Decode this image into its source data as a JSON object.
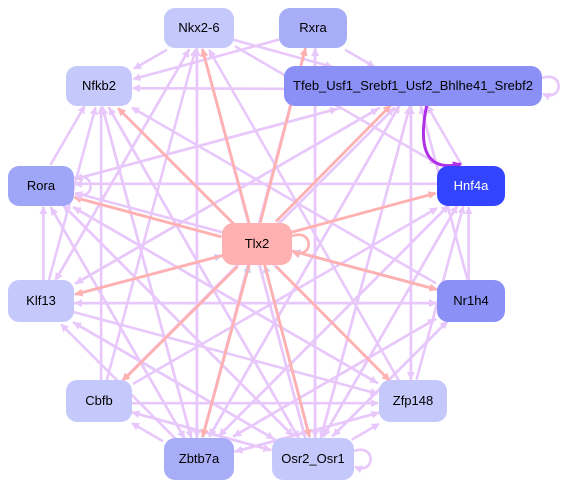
{
  "graph": {
    "nodes": {
      "nkx2_6": {
        "label": "Nkx2-6",
        "fill": "#c5c8fb",
        "text_color": "#000000"
      },
      "rxra": {
        "label": "Rxra",
        "fill": "#a8adf7",
        "text_color": "#000000"
      },
      "nfkb2": {
        "label": "Nfkb2",
        "fill": "#c5c8fb",
        "text_color": "#000000"
      },
      "tfeb": {
        "label": "Tfeb_Usf1_Srebf1_Usf2_Bhlhe41_Srebf2",
        "fill": "#8a90f5",
        "text_color": "#000000"
      },
      "rora": {
        "label": "Rora",
        "fill": "#a0a6f7",
        "text_color": "#000000"
      },
      "hnf4a": {
        "label": "Hnf4a",
        "fill": "#3344ff",
        "text_color": "#ffffff"
      },
      "tlx2": {
        "label": "Tlx2",
        "fill": "#ffb0b0",
        "text_color": "#000000"
      },
      "klf13": {
        "label": "Klf13",
        "fill": "#c5c8fb",
        "text_color": "#000000"
      },
      "nr1h4": {
        "label": "Nr1h4",
        "fill": "#8a90f5",
        "text_color": "#000000"
      },
      "cbfb": {
        "label": "Cbfb",
        "fill": "#c5c8fb",
        "text_color": "#000000"
      },
      "zfp148": {
        "label": "Zfp148",
        "fill": "#c5c8fb",
        "text_color": "#000000"
      },
      "zbtb7a": {
        "label": "Zbtb7a",
        "fill": "#a8adf7",
        "text_color": "#000000"
      },
      "osr2": {
        "label": "Osr2_Osr1",
        "fill": "#c5c8fb",
        "text_color": "#000000"
      }
    },
    "edge_colors": {
      "lavender": "#e8c8fb",
      "pink": "#ffb0b0",
      "blue": "#c8d0f5",
      "purple": "#b030e8"
    },
    "edges": [
      {
        "from": "tlx2",
        "to": "nkx2_6",
        "color": "pink"
      },
      {
        "from": "tlx2",
        "to": "rxra",
        "color": "pink"
      },
      {
        "from": "tlx2",
        "to": "nfkb2",
        "color": "pink"
      },
      {
        "from": "tlx2",
        "to": "tfeb",
        "color": "pink"
      },
      {
        "from": "tlx2",
        "to": "rora",
        "color": "pink"
      },
      {
        "from": "tlx2",
        "to": "hnf4a",
        "color": "pink"
      },
      {
        "from": "tlx2",
        "to": "klf13",
        "color": "pink"
      },
      {
        "from": "tlx2",
        "to": "nr1h4",
        "color": "pink"
      },
      {
        "from": "tlx2",
        "to": "cbfb",
        "color": "pink"
      },
      {
        "from": "tlx2",
        "to": "zfp148",
        "color": "pink"
      },
      {
        "from": "tlx2",
        "to": "zbtb7a",
        "color": "pink"
      },
      {
        "from": "tlx2",
        "to": "osr2",
        "color": "pink"
      },
      {
        "from": "klf13",
        "to": "tlx2",
        "color": "blue"
      },
      {
        "from": "nr1h4",
        "to": "tlx2",
        "color": "blue"
      },
      {
        "from": "zbtb7a",
        "to": "tlx2",
        "color": "blue"
      },
      {
        "from": "osr2",
        "to": "tlx2",
        "color": "blue"
      },
      {
        "from": "tfeb",
        "to": "hnf4a",
        "color": "purple"
      },
      {
        "from": "nkx2_6",
        "to": "nfkb2",
        "color": "lavender"
      },
      {
        "from": "rxra",
        "to": "nfkb2",
        "color": "lavender"
      },
      {
        "from": "rxra",
        "to": "tfeb",
        "color": "lavender"
      },
      {
        "from": "nkx2_6",
        "to": "tfeb",
        "color": "lavender"
      },
      {
        "from": "tfeb",
        "to": "nfkb2",
        "color": "lavender"
      },
      {
        "from": "hnf4a",
        "to": "tfeb",
        "color": "lavender"
      },
      {
        "from": "nr1h4",
        "to": "hnf4a",
        "color": "lavender"
      },
      {
        "from": "nr1h4",
        "to": "tfeb",
        "color": "lavender"
      },
      {
        "from": "zfp148",
        "to": "tfeb",
        "color": "lavender"
      },
      {
        "from": "zfp148",
        "to": "hnf4a",
        "color": "lavender"
      },
      {
        "from": "zfp148",
        "to": "nfkb2",
        "color": "lavender"
      },
      {
        "from": "zfp148",
        "to": "nkx2_6",
        "color": "lavender"
      },
      {
        "from": "osr2",
        "to": "tfeb",
        "color": "lavender"
      },
      {
        "from": "osr2",
        "to": "nfkb2",
        "color": "lavender"
      },
      {
        "from": "osr2",
        "to": "rxra",
        "color": "lavender"
      },
      {
        "from": "osr2",
        "to": "nkx2_6",
        "color": "lavender"
      },
      {
        "from": "osr2",
        "to": "rora",
        "color": "lavender"
      },
      {
        "from": "osr2",
        "to": "klf13",
        "color": "lavender"
      },
      {
        "from": "osr2",
        "to": "hnf4a",
        "color": "lavender"
      },
      {
        "from": "osr2",
        "to": "nr1h4",
        "color": "lavender"
      },
      {
        "from": "osr2",
        "to": "zfp148",
        "color": "lavender"
      },
      {
        "from": "zbtb7a",
        "to": "tfeb",
        "color": "lavender"
      },
      {
        "from": "zbtb7a",
        "to": "nfkb2",
        "color": "lavender"
      },
      {
        "from": "zbtb7a",
        "to": "nkx2_6",
        "color": "lavender"
      },
      {
        "from": "zbtb7a",
        "to": "rxra",
        "color": "lavender"
      },
      {
        "from": "zbtb7a",
        "to": "rora",
        "color": "lavender"
      },
      {
        "from": "zbtb7a",
        "to": "klf13",
        "color": "lavender"
      },
      {
        "from": "zbtb7a",
        "to": "nr1h4",
        "color": "lavender"
      },
      {
        "from": "zbtb7a",
        "to": "zfp148",
        "color": "lavender"
      },
      {
        "from": "zbtb7a",
        "to": "hnf4a",
        "color": "lavender"
      },
      {
        "from": "cbfb",
        "to": "tfeb",
        "color": "lavender"
      },
      {
        "from": "cbfb",
        "to": "nfkb2",
        "color": "lavender"
      },
      {
        "from": "cbfb",
        "to": "nkx2_6",
        "color": "lavender"
      },
      {
        "from": "cbfb",
        "to": "hnf4a",
        "color": "lavender"
      },
      {
        "from": "cbfb",
        "to": "zfp148",
        "color": "lavender"
      },
      {
        "from": "cbfb",
        "to": "osr2",
        "color": "lavender"
      },
      {
        "from": "klf13",
        "to": "tfeb",
        "color": "lavender"
      },
      {
        "from": "klf13",
        "to": "nfkb2",
        "color": "lavender"
      },
      {
        "from": "klf13",
        "to": "nkx2_6",
        "color": "lavender"
      },
      {
        "from": "klf13",
        "to": "rora",
        "color": "lavender"
      },
      {
        "from": "klf13",
        "to": "nr1h4",
        "color": "lavender"
      },
      {
        "from": "klf13",
        "to": "zfp148",
        "color": "lavender"
      },
      {
        "from": "klf13",
        "to": "osr2",
        "color": "lavender"
      },
      {
        "from": "nr1h4",
        "to": "nfkb2",
        "color": "lavender"
      },
      {
        "from": "nr1h4",
        "to": "rora",
        "color": "lavender"
      },
      {
        "from": "nr1h4",
        "to": "klf13",
        "color": "lavender"
      },
      {
        "from": "nr1h4",
        "to": "osr2",
        "color": "lavender"
      },
      {
        "from": "nr1h4",
        "to": "zbtb7a",
        "color": "lavender"
      },
      {
        "from": "rora",
        "to": "tfeb",
        "color": "lavender"
      },
      {
        "from": "rora",
        "to": "nfkb2",
        "color": "lavender"
      },
      {
        "from": "rora",
        "to": "osr2",
        "color": "lavender"
      },
      {
        "from": "rora",
        "to": "zbtb7a",
        "color": "lavender"
      },
      {
        "from": "rora",
        "to": "zfp148",
        "color": "lavender"
      },
      {
        "from": "nfkb2",
        "to": "osr2",
        "color": "lavender"
      },
      {
        "from": "nfkb2",
        "to": "zbtb7a",
        "color": "lavender"
      },
      {
        "from": "nkx2_6",
        "to": "osr2",
        "color": "lavender"
      },
      {
        "from": "nkx2_6",
        "to": "zbtb7a",
        "color": "lavender"
      },
      {
        "from": "nkx2_6",
        "to": "klf13",
        "color": "lavender"
      },
      {
        "from": "nkx2_6",
        "to": "hnf4a",
        "color": "lavender"
      },
      {
        "from": "rxra",
        "to": "zbtb7a",
        "color": "lavender"
      },
      {
        "from": "rxra",
        "to": "osr2",
        "color": "lavender"
      },
      {
        "from": "tfeb",
        "to": "osr2",
        "color": "lavender"
      },
      {
        "from": "tfeb",
        "to": "zbtb7a",
        "color": "lavender"
      },
      {
        "from": "tfeb",
        "to": "klf13",
        "color": "lavender"
      },
      {
        "from": "tfeb",
        "to": "rora",
        "color": "lavender"
      },
      {
        "from": "tfeb",
        "to": "zfp148",
        "color": "lavender"
      },
      {
        "from": "tfeb",
        "to": "cbfb",
        "color": "lavender"
      },
      {
        "from": "hnf4a",
        "to": "osr2",
        "color": "lavender"
      },
      {
        "from": "hnf4a",
        "to": "zbtb7a",
        "color": "lavender"
      },
      {
        "from": "hnf4a",
        "to": "rora",
        "color": "lavender"
      },
      {
        "from": "zfp148",
        "to": "zbtb7a",
        "color": "lavender"
      },
      {
        "from": "zfp148",
        "to": "rora",
        "color": "lavender"
      },
      {
        "from": "osr2",
        "to": "cbfb",
        "color": "lavender"
      },
      {
        "from": "zbtb7a",
        "to": "cbfb",
        "color": "lavender"
      }
    ],
    "self_loops": [
      {
        "node": "tlx2",
        "color": "pink"
      },
      {
        "node": "tfeb",
        "color": "lavender"
      },
      {
        "node": "osr2",
        "color": "lavender"
      },
      {
        "node": "rora",
        "color": "lavender"
      }
    ]
  }
}
